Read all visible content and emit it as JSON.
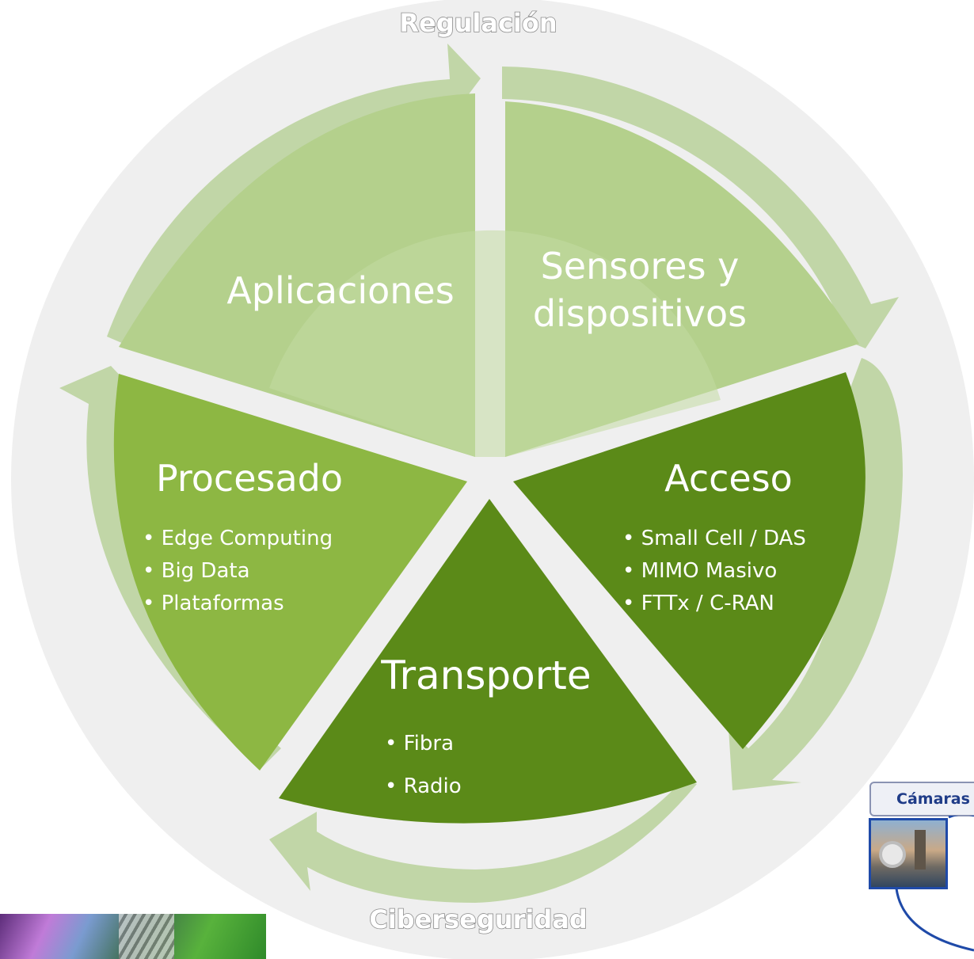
{
  "ring_labels": {
    "top": "Regulación",
    "bottom": "Ciberseguridad"
  },
  "segments": [
    {
      "title_lines": [
        "Aplicaciones"
      ],
      "bullets": [],
      "color": "#b4d08c"
    },
    {
      "title_lines": [
        "Sensores y",
        "dispositivos"
      ],
      "bullets": [],
      "color": "#b4d08c"
    },
    {
      "title_lines": [
        "Acceso"
      ],
      "bullets": [
        "• Small Cell / DAS",
        "• MIMO Masivo",
        "• FTTx / C-RAN"
      ],
      "color": "#5b8a18"
    },
    {
      "title_lines": [
        "Transporte"
      ],
      "bullets": [
        "•  Fibra",
        "•  Radio"
      ],
      "color": "#5b8a18"
    },
    {
      "title_lines": [
        "Procesado"
      ],
      "bullets": [
        "• Edge Computing",
        "• Big Data",
        "• Plataformas"
      ],
      "color": "#8db743"
    }
  ],
  "colors": {
    "outer_ring": "#efefef",
    "arrow": "#c1d6a7",
    "light_green": "#b4d08c",
    "mid_green": "#8db743",
    "dark_green": "#5b8a18",
    "inner_disc": "#c2dba2"
  },
  "side_card": {
    "label": "Cámaras"
  }
}
